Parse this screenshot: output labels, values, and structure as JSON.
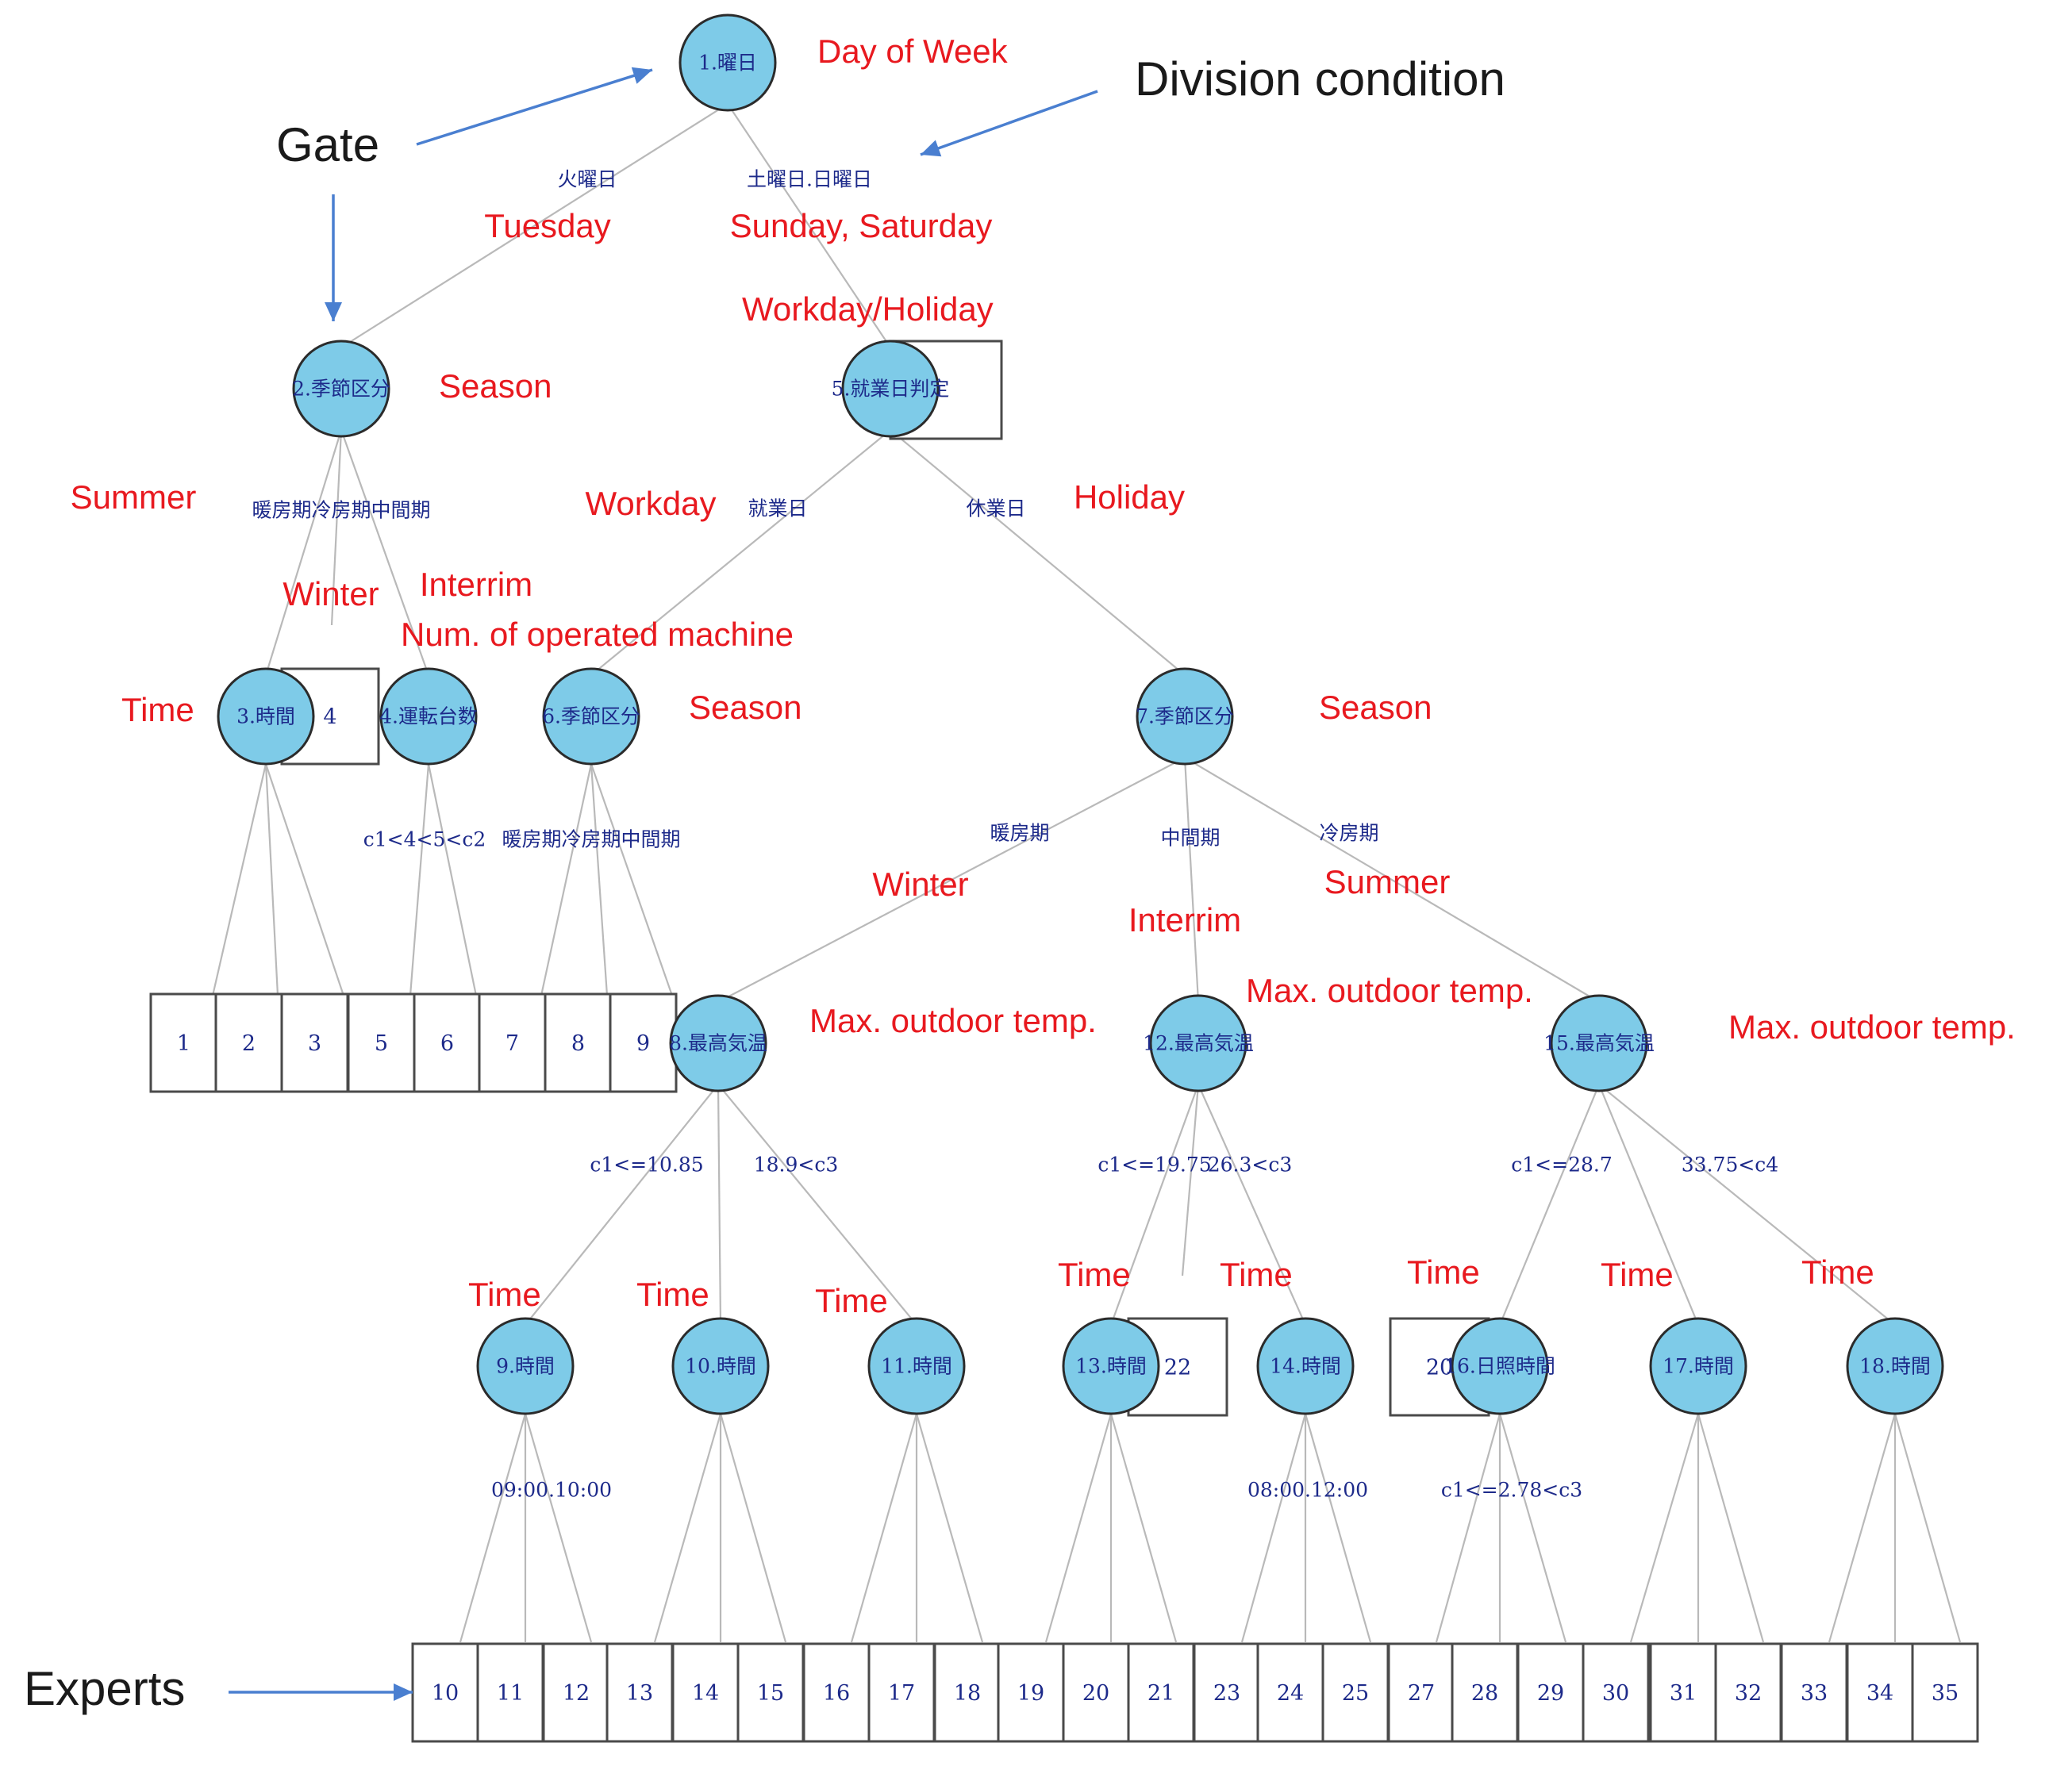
{
  "annotations": {
    "gate": "Gate",
    "division_condition": "Division condition",
    "experts": "Experts"
  },
  "nodes": [
    {
      "id": "n1",
      "label": "1.曜日",
      "english": "Day of Week"
    },
    {
      "id": "n2",
      "label": "2.季節区分",
      "english": "Season"
    },
    {
      "id": "n5",
      "label": "5.就業日判定",
      "english": "Workday/Holiday"
    },
    {
      "id": "n3",
      "label": "3.時間",
      "english": "Time"
    },
    {
      "id": "n4",
      "label": "4.運転台数",
      "english": "Num. of operated machine"
    },
    {
      "id": "n6",
      "label": "6.季節区分",
      "english": "Season"
    },
    {
      "id": "n7",
      "label": "7.季節区分",
      "english": "Season"
    },
    {
      "id": "n8",
      "label": "8.最高気温",
      "english": "Max. outdoor temp."
    },
    {
      "id": "n12",
      "label": "12.最高気温",
      "english": "Max. outdoor temp."
    },
    {
      "id": "n15",
      "label": "15.最高気温",
      "english": "Max. outdoor temp."
    },
    {
      "id": "n9",
      "label": "9.時間",
      "english": "Time"
    },
    {
      "id": "n10",
      "label": "10.時間",
      "english": "Time"
    },
    {
      "id": "n11",
      "label": "11.時間",
      "english": "Time"
    },
    {
      "id": "n13",
      "label": "13.時間",
      "english": "Time"
    },
    {
      "id": "n14",
      "label": "14.時間",
      "english": "Time"
    },
    {
      "id": "n16",
      "label": "16.日照時間",
      "english": "Time"
    },
    {
      "id": "n17",
      "label": "17.時間",
      "english": "Time"
    },
    {
      "id": "n18",
      "label": "18.時間",
      "english": "Time"
    }
  ],
  "conditions": [
    {
      "id": "c1",
      "text": "火曜日",
      "english": "Tuesday"
    },
    {
      "id": "c2",
      "text": "土曜日.日曜日",
      "english": "Sunday, Saturday"
    },
    {
      "id": "c3",
      "text": "暖房期冷房期中間期",
      "english": "Summer"
    },
    {
      "id": "c3w",
      "text": "",
      "english": "Winter"
    },
    {
      "id": "c3i",
      "text": "",
      "english": "Interrim"
    },
    {
      "id": "c4",
      "text": "就業日",
      "english": "Workday"
    },
    {
      "id": "c5",
      "text": "休業日",
      "english": "Holiday"
    },
    {
      "id": "c6",
      "text": "c1<4<5<c2",
      "english": ""
    },
    {
      "id": "c7",
      "text": "暖房期冷房期中間期",
      "english": ""
    },
    {
      "id": "c8",
      "text": "暖房期",
      "english": "Winter"
    },
    {
      "id": "c9",
      "text": "中間期",
      "english": "Interrim"
    },
    {
      "id": "c10",
      "text": "冷房期",
      "english": "Summer"
    },
    {
      "id": "c11",
      "text": "c1<=10.85",
      "english": ""
    },
    {
      "id": "c12",
      "text": "18.9<c3",
      "english": ""
    },
    {
      "id": "c13",
      "text": "c1<=19.75",
      "english": ""
    },
    {
      "id": "c14",
      "text": "26.3<c3",
      "english": ""
    },
    {
      "id": "c15",
      "text": "c1<=28.7",
      "english": ""
    },
    {
      "id": "c16",
      "text": "33.75<c4",
      "english": ""
    },
    {
      "id": "c17",
      "text": "09:00.10:00",
      "english": ""
    },
    {
      "id": "c18",
      "text": "08:00.12:00",
      "english": ""
    },
    {
      "id": "c19",
      "text": "c1<=2.78<c3",
      "english": ""
    }
  ],
  "leaf_boxes": {
    "row_mid_a": [
      "4"
    ],
    "row_mid_b": [
      "1",
      "2",
      "3",
      "5",
      "6",
      "7",
      "8",
      "9"
    ],
    "row_low_a": [
      "22"
    ],
    "row_low_b": [
      "20"
    ],
    "experts": [
      "10",
      "11",
      "12",
      "13",
      "14",
      "15",
      "16",
      "17",
      "18",
      "19",
      "20",
      "21",
      "23",
      "24",
      "25",
      "27",
      "28",
      "29",
      "30",
      "31",
      "32",
      "33",
      "34",
      "35"
    ]
  },
  "colors": {
    "gate_fill": "#7ecbe8",
    "label_red": "#e8191f",
    "label_blue": "#1d2a8a",
    "arrow_blue": "#4a7fd0"
  }
}
